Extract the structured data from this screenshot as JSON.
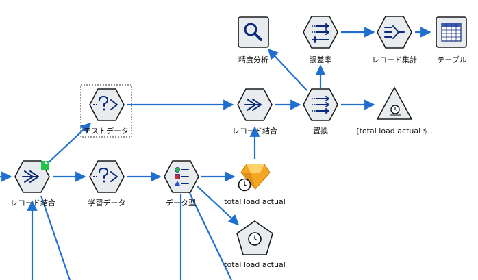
{
  "nodes": {
    "merge_left": {
      "label": "レコード結合",
      "icon": "merge-chevron-icon"
    },
    "test_data": {
      "label": "テストデータ",
      "icon": "sample-question-icon"
    },
    "train_data": {
      "label": "学習データ",
      "icon": "sample-question-icon"
    },
    "data_type": {
      "label": "データ型",
      "icon": "type-icon"
    },
    "model_gem": {
      "label": "total load actual",
      "icon": "model-nugget-icon"
    },
    "model_pentagon": {
      "label": "total load actual",
      "icon": "timeseries-model-icon"
    },
    "merge_mid": {
      "label": "レコード結合",
      "icon": "merge-chevron-icon"
    },
    "replace": {
      "label": "置換",
      "icon": "derive-arrows-icon"
    },
    "analysis": {
      "label": "精度分析",
      "icon": "magnifier-icon"
    },
    "error_rate": {
      "label": "誤差率",
      "icon": "derive-plus-icon"
    },
    "aggregate": {
      "label": "レコード集計",
      "icon": "aggregate-icon"
    },
    "table": {
      "label": "テーブル",
      "icon": "table-icon"
    },
    "timeplot": {
      "label": "[total load actual $..",
      "icon": "timeplot-icon"
    }
  },
  "colors": {
    "edge": "#1f6fcf",
    "node_fill": "#e8ecef",
    "glyph": "#0d2a7a",
    "gem": "#f5a623",
    "badge": "#22c34a"
  }
}
